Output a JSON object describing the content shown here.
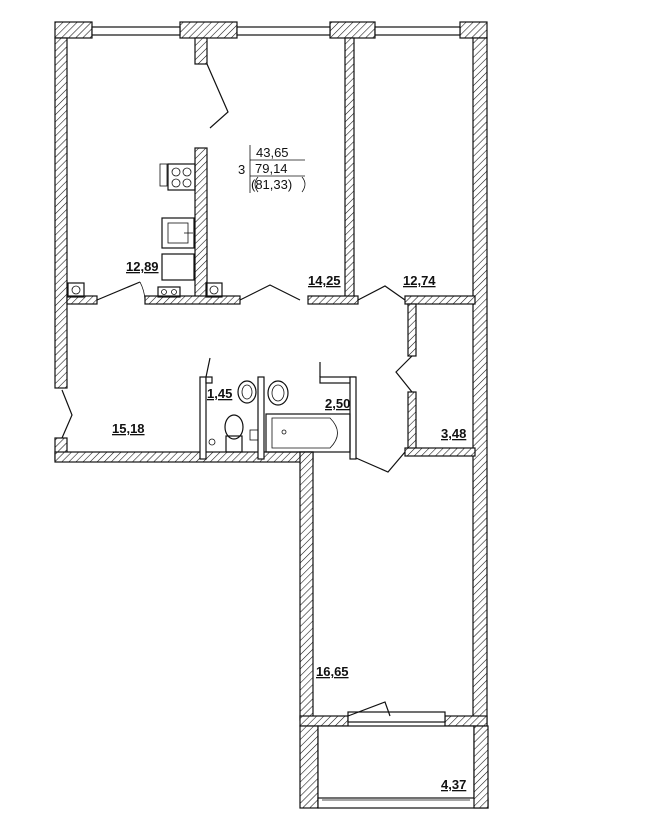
{
  "summary": {
    "rooms": "3",
    "living_area": "43,65",
    "total_area": "79,14",
    "area_with_balcony": "(81,33)"
  },
  "rooms": [
    {
      "id": "kitchen",
      "area": "12,89"
    },
    {
      "id": "room-1",
      "area": "14,25"
    },
    {
      "id": "room-2",
      "area": "12,74"
    },
    {
      "id": "hall",
      "area": "15,18"
    },
    {
      "id": "wc",
      "area": "1,45"
    },
    {
      "id": "bathroom",
      "area": "2,50"
    },
    {
      "id": "corridor",
      "area": "3,48"
    },
    {
      "id": "room-3",
      "area": "16,65"
    },
    {
      "id": "balcony",
      "area": "4,37"
    }
  ],
  "colors": {
    "line": "#111111",
    "background": "#ffffff"
  }
}
